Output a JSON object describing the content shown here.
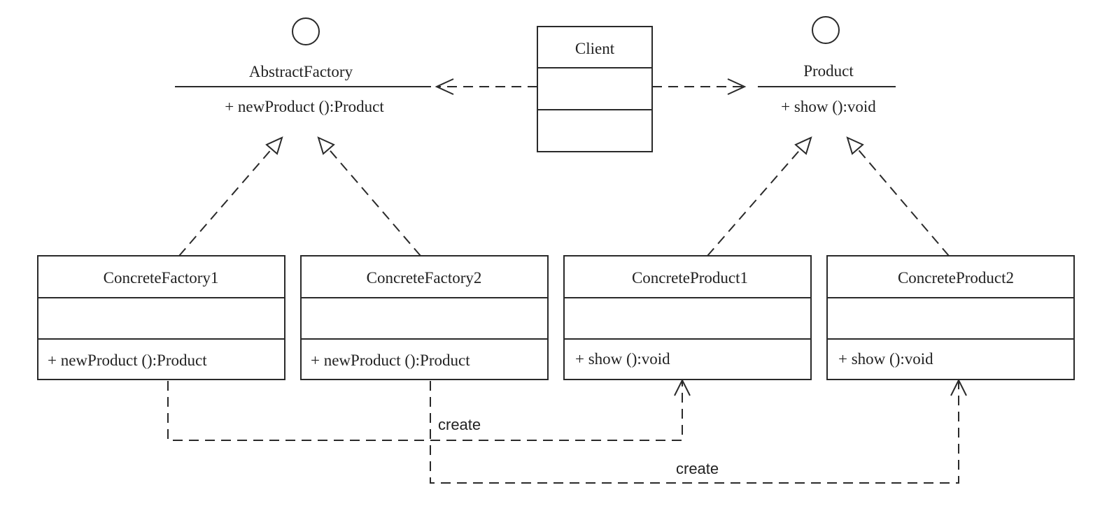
{
  "interfaces": {
    "abstract_factory": {
      "name": "AbstractFactory",
      "operation": "+ newProduct ():Product"
    },
    "product": {
      "name": "Product",
      "operation": "+ show ():void"
    }
  },
  "client": {
    "name": "Client"
  },
  "classes": {
    "concrete_factory_1": {
      "name": "ConcreteFactory1",
      "operation": "+ newProduct ():Product"
    },
    "concrete_factory_2": {
      "name": "ConcreteFactory2",
      "operation": "+ newProduct ():Product"
    },
    "concrete_product_1": {
      "name": "ConcreteProduct1",
      "operation": "+ show ():void"
    },
    "concrete_product_2": {
      "name": "ConcreteProduct2",
      "operation": "+ show ():void"
    }
  },
  "relations": {
    "create_1": "create",
    "create_2": "create"
  }
}
